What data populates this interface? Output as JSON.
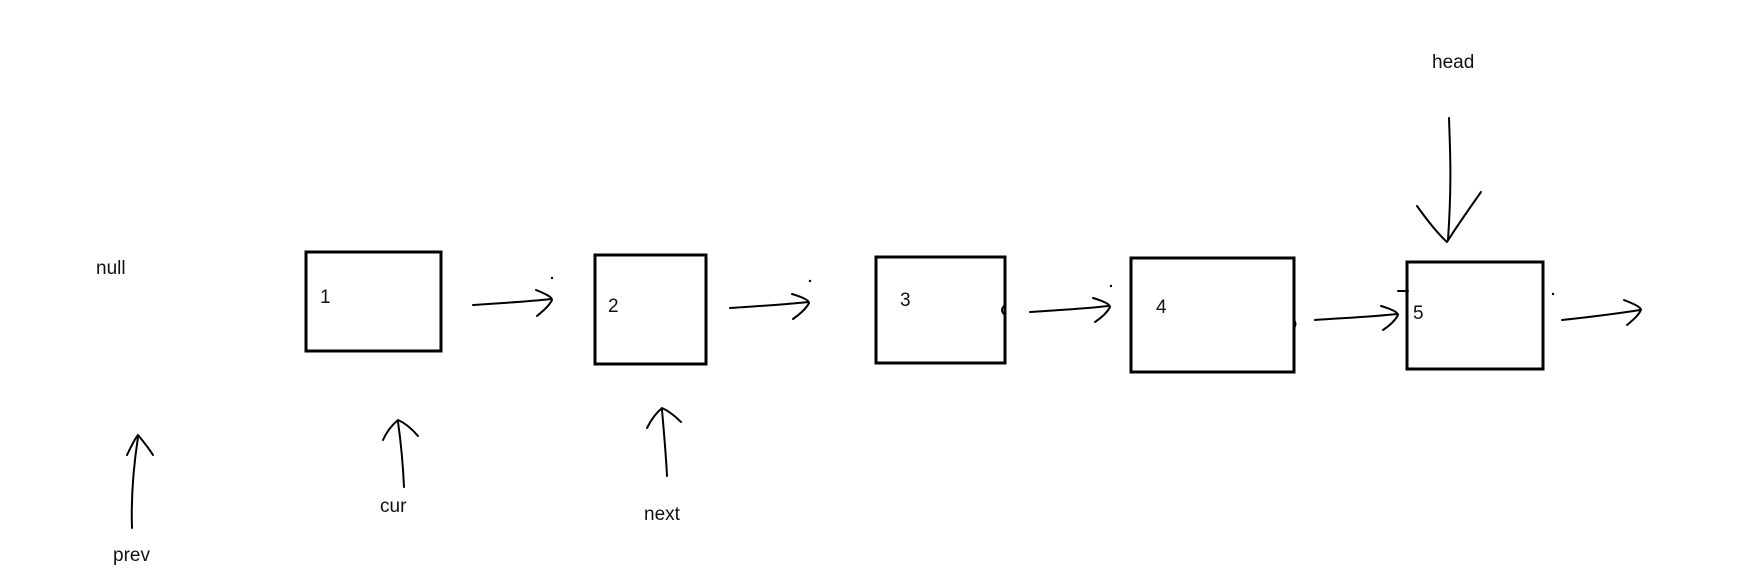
{
  "nodes": [
    {
      "value": "1"
    },
    {
      "value": "2"
    },
    {
      "value": "3"
    },
    {
      "value": "4"
    },
    {
      "value": "5"
    }
  ],
  "labels": {
    "null": "null",
    "prev": "prev",
    "cur": "cur",
    "next": "next",
    "head": "head"
  },
  "colors": {
    "ink": "#000000",
    "background": "#ffffff"
  }
}
